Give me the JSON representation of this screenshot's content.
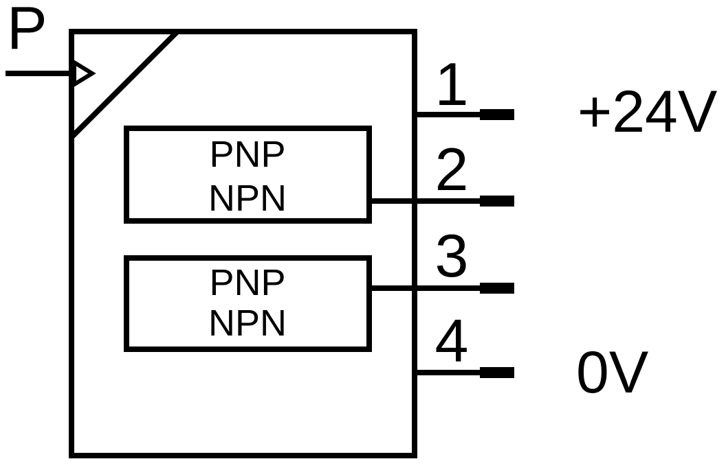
{
  "diagram": {
    "type": "sensor-wiring-connection-schematic",
    "colors": {
      "line": "#000000",
      "background": "#ffffff"
    },
    "input": {
      "label": "P"
    },
    "switch_blocks": [
      {
        "lines": [
          "PNP",
          "NPN"
        ]
      },
      {
        "lines": [
          "PNP",
          "NPN"
        ]
      }
    ],
    "pins": [
      {
        "number": "1",
        "label": "+24V"
      },
      {
        "number": "2",
        "label": ""
      },
      {
        "number": "3",
        "label": ""
      },
      {
        "number": "4",
        "label": "0V"
      }
    ]
  }
}
